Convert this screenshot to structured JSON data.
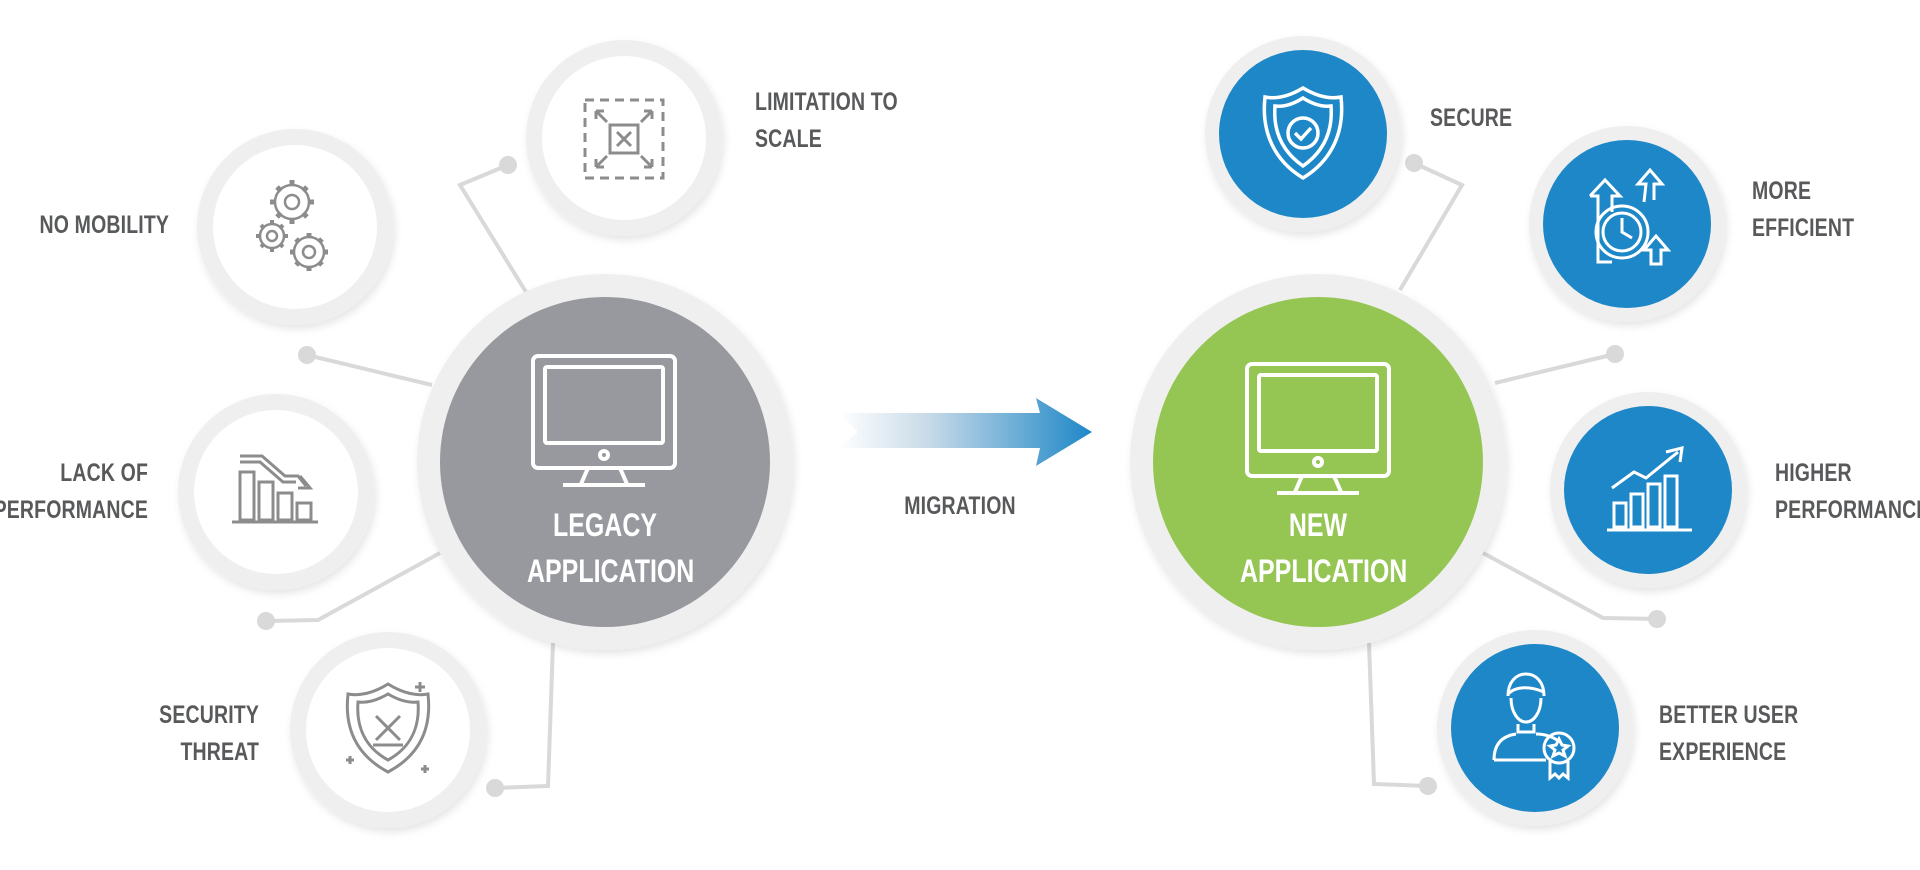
{
  "legacy": {
    "title_line1": "LEGACY",
    "title_line2": "APPLICATION",
    "color": "#97999f",
    "icon": "desktop-monitor-icon",
    "issues": [
      {
        "line1": "LIMITATION TO",
        "line2": "SCALE",
        "icon": "scale-limit-icon"
      },
      {
        "line1": "NO MOBILITY",
        "line2": "",
        "icon": "gears-icon"
      },
      {
        "line1": "LACK OF",
        "line2": "PERFORMANCE",
        "icon": "declining-chart-icon"
      },
      {
        "line1": "SECURITY",
        "line2": "THREAT",
        "icon": "shield-x-icon"
      }
    ]
  },
  "migration": {
    "label": "MIGRATION",
    "arrow_color": "#1e87c8"
  },
  "new_app": {
    "title_line1": "NEW",
    "title_line2": "APPLICATION",
    "color": "#95c653",
    "icon": "desktop-monitor-icon",
    "benefits": [
      {
        "line1": "SECURE",
        "line2": "",
        "icon": "shield-check-icon"
      },
      {
        "line1": "MORE",
        "line2": "EFFICIENT",
        "icon": "clock-arrows-up-icon"
      },
      {
        "line1": "HIGHER",
        "line2": "PERFORMANCE",
        "icon": "growth-chart-icon"
      },
      {
        "line1": "BETTER USER",
        "line2": "EXPERIENCE",
        "icon": "user-badge-icon"
      }
    ],
    "benefit_color": "#1e87c8"
  },
  "text_color": "#58595b",
  "connector_color": "#d9d9d9"
}
